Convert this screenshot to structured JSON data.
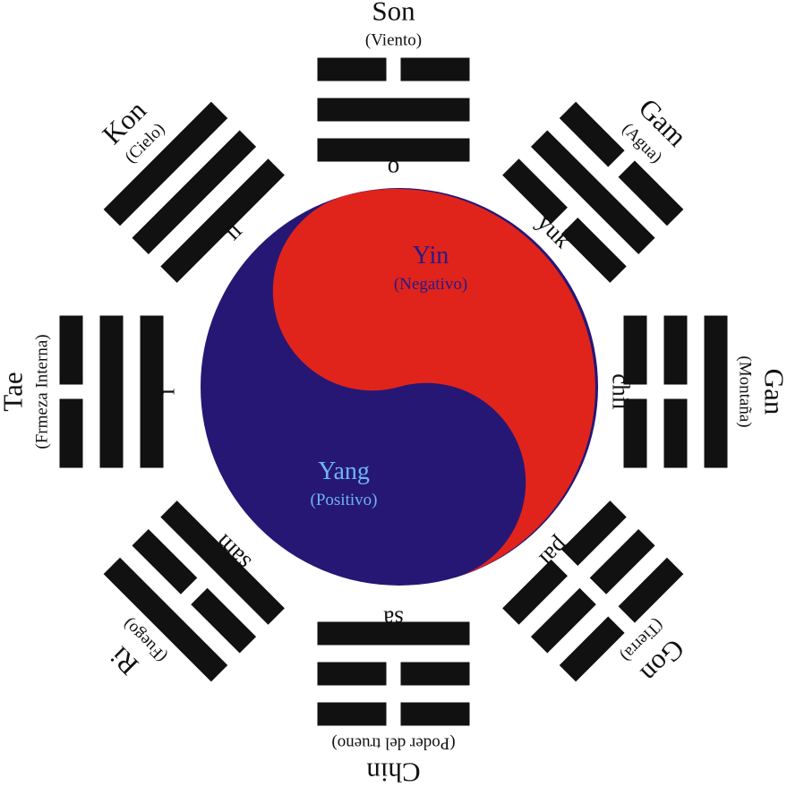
{
  "colors": {
    "yin": "#e0241c",
    "yang": "#261775",
    "yin_text": "#2a1a86",
    "yang_text": "#6fb4f2",
    "bars": "#111111",
    "background": "#ffffff"
  },
  "center": {
    "yin": {
      "label": "Yin",
      "sublabel": "(Negativo)"
    },
    "yang": {
      "label": "Yang",
      "sublabel": "(Positivo)"
    }
  },
  "trigrams": [
    {
      "id": "son",
      "name": "Son",
      "meaning": "(Viento)",
      "number": "o",
      "lines": [
        "broken",
        "solid",
        "solid"
      ]
    },
    {
      "id": "gam",
      "name": "Gam",
      "meaning": "(Agua)",
      "number": "yuk",
      "lines": [
        "broken",
        "solid",
        "broken"
      ]
    },
    {
      "id": "gan",
      "name": "Gan",
      "meaning": "(Montaña)",
      "number": "chil",
      "lines": [
        "solid",
        "broken",
        "broken"
      ]
    },
    {
      "id": "gon",
      "name": "Gon",
      "meaning": "(Tierra)",
      "number": "pal",
      "lines": [
        "broken",
        "broken",
        "broken"
      ]
    },
    {
      "id": "chin",
      "name": "Chin",
      "meaning": "(Poder del trueno)",
      "number": "sa",
      "lines": [
        "broken",
        "broken",
        "solid"
      ]
    },
    {
      "id": "ri",
      "name": "Ri",
      "meaning": "(Fuego)",
      "number": "sam",
      "lines": [
        "solid",
        "broken",
        "solid"
      ]
    },
    {
      "id": "tae",
      "name": "Tae",
      "meaning": "(Frmeza Interna)",
      "number": "i",
      "lines": [
        "broken",
        "solid",
        "solid"
      ]
    },
    {
      "id": "kon",
      "name": "Kon",
      "meaning": "(Cielo)",
      "number": "il",
      "lines": [
        "solid",
        "solid",
        "solid"
      ]
    }
  ]
}
